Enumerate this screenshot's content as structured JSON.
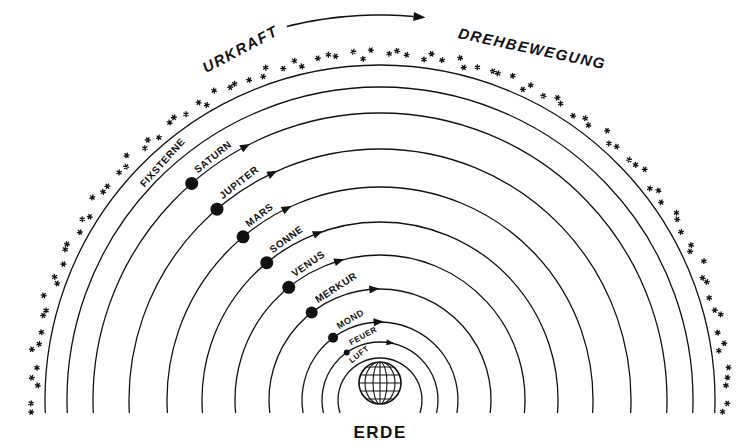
{
  "diagram": {
    "labels": [
      "URKRAFT",
      "DREHBEWEGUNG",
      "FIXSTERNE",
      "SATURN",
      "JUPITER",
      "MARS",
      "SONNE",
      "VENUS",
      "MERKUR",
      "MOND",
      "FEUER",
      "LUFT",
      "ERDE"
    ]
  }
}
